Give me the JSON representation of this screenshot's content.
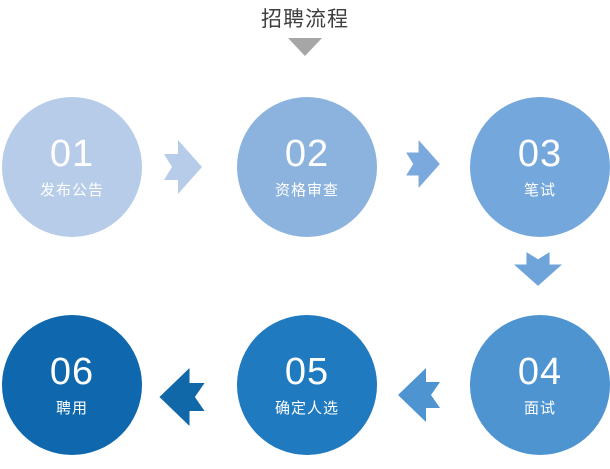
{
  "title": {
    "text": "招聘流程",
    "caret_icon": "chevron-down-icon",
    "caret_color": "#a6a6a6"
  },
  "diagram": {
    "type": "process-flow",
    "layout": "snake-two-rows",
    "background": "#ffffff",
    "steps": [
      {
        "number": "01",
        "label": "发布公告",
        "color": "#b7cce8"
      },
      {
        "number": "02",
        "label": "资格审查",
        "color": "#8cb3de"
      },
      {
        "number": "03",
        "label": "笔试",
        "color": "#74a7db"
      },
      {
        "number": "04",
        "label": "面试",
        "color": "#4d94d1"
      },
      {
        "number": "05",
        "label": "确定人选",
        "color": "#1f7ac0"
      },
      {
        "number": "06",
        "label": "聘用",
        "color": "#0f68ad"
      }
    ],
    "connectors": [
      {
        "name": "arrow-right-icon",
        "from": "01",
        "to": "02",
        "direction": "right",
        "color": "#b7cce8"
      },
      {
        "name": "arrow-right-icon",
        "from": "02",
        "to": "03",
        "direction": "right",
        "color": "#7ba9de"
      },
      {
        "name": "arrow-down-icon",
        "from": "03",
        "to": "04",
        "direction": "down",
        "color": "#6fa4db"
      },
      {
        "name": "arrow-left-icon",
        "from": "04",
        "to": "05",
        "direction": "left",
        "color": "#4d94d1"
      },
      {
        "name": "arrow-left-icon",
        "from": "05",
        "to": "06",
        "direction": "left",
        "color": "#1168a8"
      }
    ]
  }
}
